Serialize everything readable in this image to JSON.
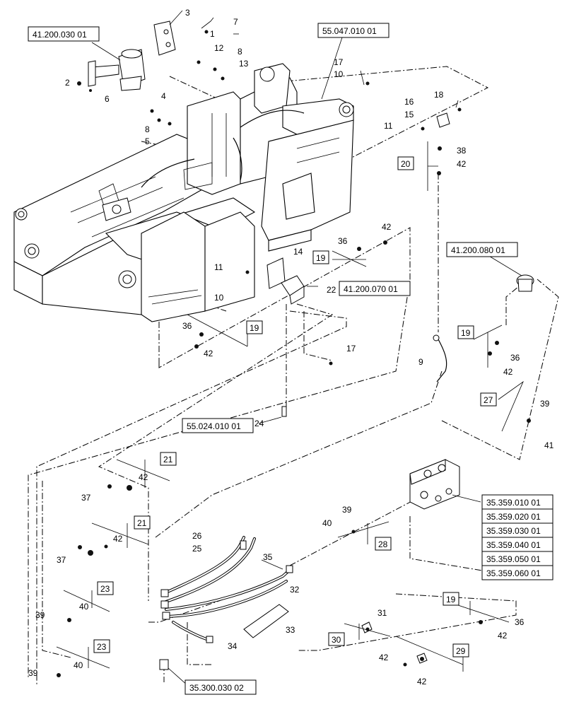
{
  "callouts": [
    {
      "id": "c3",
      "text": "3"
    },
    {
      "id": "c7",
      "text": "7"
    },
    {
      "id": "c1",
      "text": "1"
    },
    {
      "id": "c12",
      "text": "12"
    },
    {
      "id": "c8a",
      "text": "8"
    },
    {
      "id": "c13",
      "text": "13"
    },
    {
      "id": "c2",
      "text": "2"
    },
    {
      "id": "c6",
      "text": "6"
    },
    {
      "id": "c4",
      "text": "4"
    },
    {
      "id": "c8b",
      "text": "8"
    },
    {
      "id": "c5",
      "text": "5"
    },
    {
      "id": "c17a",
      "text": "17"
    },
    {
      "id": "c10a",
      "text": "10"
    },
    {
      "id": "c18",
      "text": "18"
    },
    {
      "id": "c16",
      "text": "16"
    },
    {
      "id": "c15",
      "text": "15"
    },
    {
      "id": "c11a",
      "text": "11"
    },
    {
      "id": "c38",
      "text": "38"
    },
    {
      "id": "c42a",
      "text": "42"
    },
    {
      "id": "c42b",
      "text": "42"
    },
    {
      "id": "c36a",
      "text": "36"
    },
    {
      "id": "c14",
      "text": "14"
    },
    {
      "id": "c11b",
      "text": "11"
    },
    {
      "id": "c10b",
      "text": "10"
    },
    {
      "id": "c22",
      "text": "22"
    },
    {
      "id": "c36b",
      "text": "36"
    },
    {
      "id": "c42c",
      "text": "42"
    },
    {
      "id": "c17b",
      "text": "17"
    },
    {
      "id": "c9",
      "text": "9"
    },
    {
      "id": "c36c",
      "text": "36"
    },
    {
      "id": "c42d",
      "text": "42"
    },
    {
      "id": "c39a",
      "text": "39"
    },
    {
      "id": "c41",
      "text": "41"
    },
    {
      "id": "c24",
      "text": "24"
    },
    {
      "id": "c42e",
      "text": "42"
    },
    {
      "id": "c37a",
      "text": "37"
    },
    {
      "id": "c42f",
      "text": "42"
    },
    {
      "id": "c37b",
      "text": "37"
    },
    {
      "id": "c26",
      "text": "26"
    },
    {
      "id": "c25",
      "text": "25"
    },
    {
      "id": "c39b",
      "text": "39"
    },
    {
      "id": "c40a",
      "text": "40"
    },
    {
      "id": "c35",
      "text": "35"
    },
    {
      "id": "c32",
      "text": "32"
    },
    {
      "id": "c40b",
      "text": "40"
    },
    {
      "id": "c39c",
      "text": "39"
    },
    {
      "id": "c33",
      "text": "33"
    },
    {
      "id": "c34",
      "text": "34"
    },
    {
      "id": "c40c",
      "text": "40"
    },
    {
      "id": "c39d",
      "text": "39"
    },
    {
      "id": "c31",
      "text": "31"
    },
    {
      "id": "c36d",
      "text": "36"
    },
    {
      "id": "c42g",
      "text": "42"
    },
    {
      "id": "c42h",
      "text": "42"
    },
    {
      "id": "c42i",
      "text": "42"
    }
  ],
  "group_boxes": [
    {
      "id": "g20",
      "text": "20"
    },
    {
      "id": "g19a",
      "text": "19"
    },
    {
      "id": "g19b",
      "text": "19"
    },
    {
      "id": "g19c",
      "text": "19"
    },
    {
      "id": "g27",
      "text": "27"
    },
    {
      "id": "g21a",
      "text": "21"
    },
    {
      "id": "g21b",
      "text": "21"
    },
    {
      "id": "g28",
      "text": "28"
    },
    {
      "id": "g23a",
      "text": "23"
    },
    {
      "id": "g23b",
      "text": "23"
    },
    {
      "id": "g19d",
      "text": "19"
    },
    {
      "id": "g30",
      "text": "30"
    },
    {
      "id": "g29",
      "text": "29"
    }
  ],
  "references": [
    {
      "id": "r1",
      "text": "41.200.030 01"
    },
    {
      "id": "r2",
      "text": "55.047.010 01"
    },
    {
      "id": "r3",
      "text": "41.200.080 01"
    },
    {
      "id": "r4",
      "text": "41.200.070 01"
    },
    {
      "id": "r5",
      "text": "55.024.010 01"
    },
    {
      "id": "r6",
      "text": "35.359.010 01"
    },
    {
      "id": "r7",
      "text": "35.359.020 01"
    },
    {
      "id": "r8",
      "text": "35.359.030 01"
    },
    {
      "id": "r9",
      "text": "35.359.040 01"
    },
    {
      "id": "r10",
      "text": "35.359.050 01"
    },
    {
      "id": "r11",
      "text": "35.359.060 01"
    },
    {
      "id": "r12",
      "text": "35.300.030 02"
    }
  ]
}
